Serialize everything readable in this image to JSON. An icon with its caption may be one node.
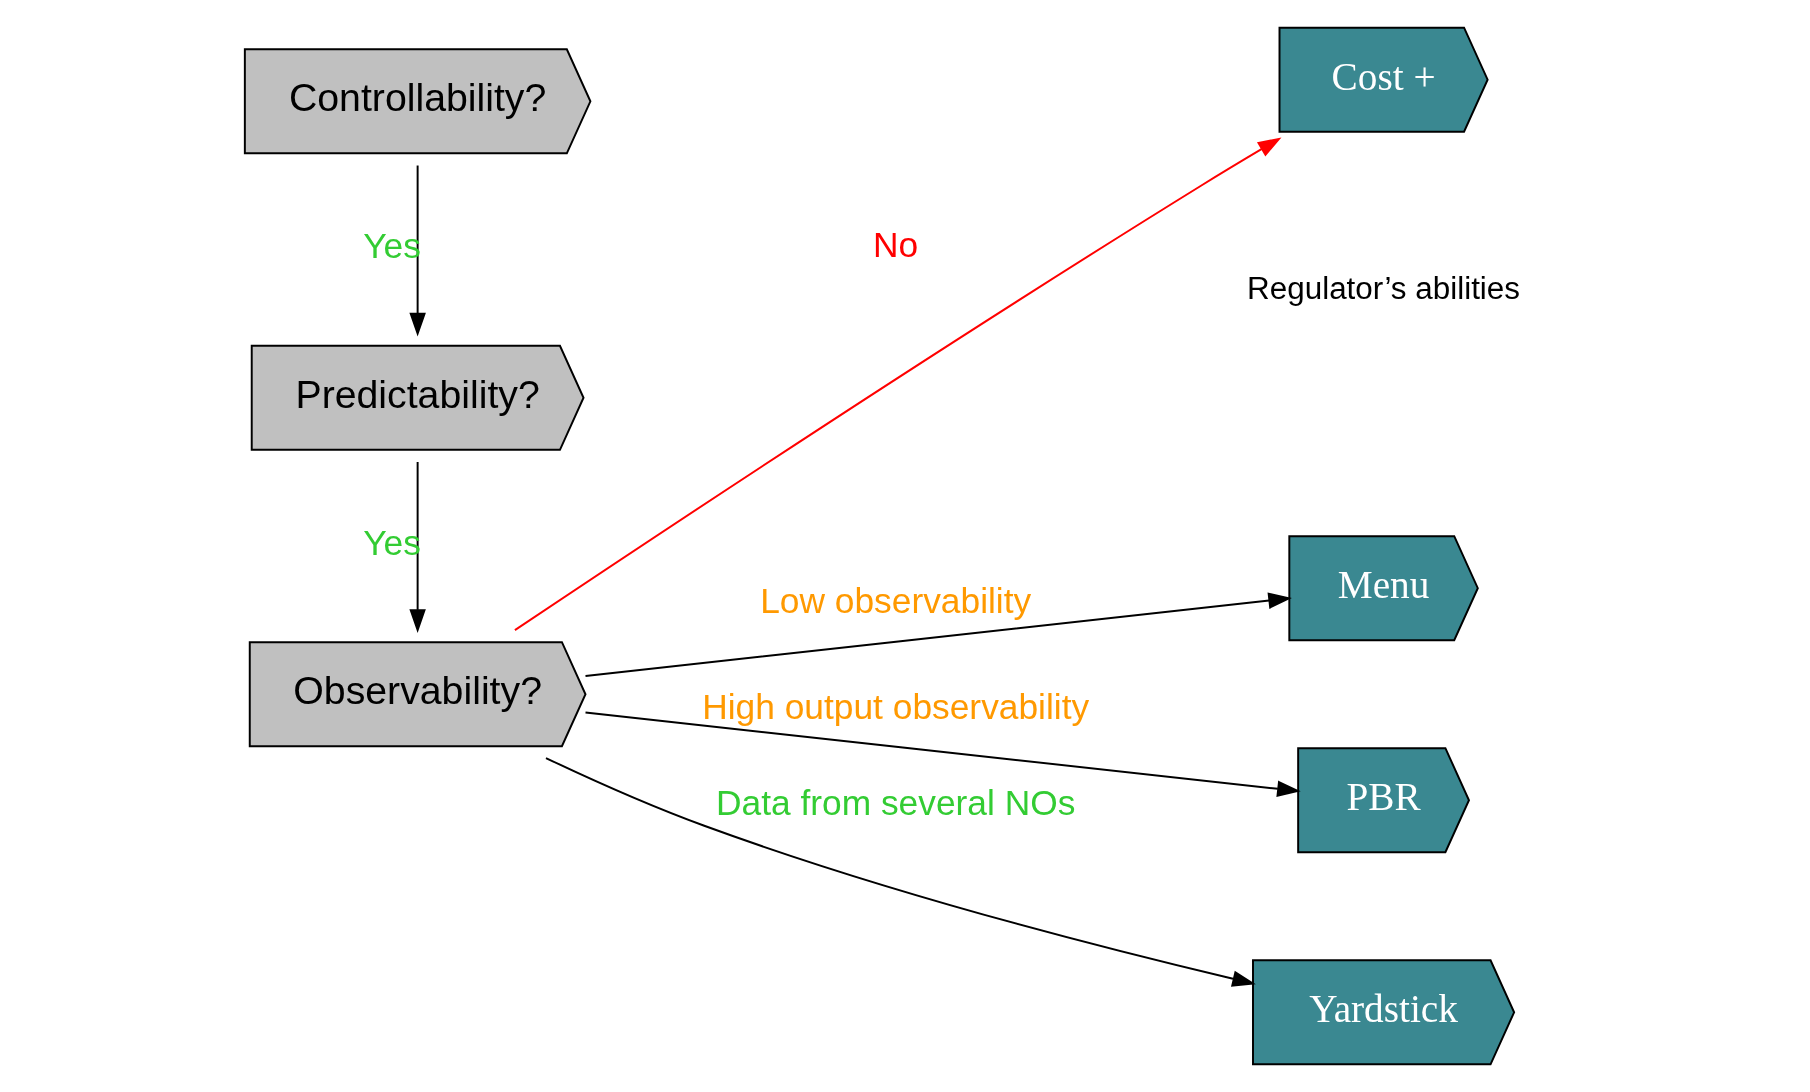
{
  "diagram": {
    "nodes": [
      {
        "text": [
          "Controllability?"
        ]
      },
      {
        "text": [
          "Predictability?"
        ]
      },
      {
        "text": [
          "Observability?"
        ]
      },
      {
        "text": [
          "Cost +"
        ]
      },
      {
        "text": [
          "Menu"
        ]
      },
      {
        "text": [
          "PBR"
        ]
      },
      {
        "text": [
          "Yardstick"
        ]
      }
    ],
    "edges": [
      {
        "from": 0,
        "to": 1,
        "arrow": "to",
        "label": "Yes"
      },
      {
        "from": 1,
        "to": 2,
        "arrow": "to",
        "label": "Yes"
      },
      {
        "from": 2,
        "to": 3,
        "arrow": "to",
        "label": "No",
        "color": "#ff0000"
      },
      {
        "from": 2,
        "to": 4,
        "arrow": "to",
        "label": "Low observability"
      },
      {
        "from": 2,
        "to": 5,
        "arrow": "to",
        "label": "High output observability"
      },
      {
        "from": 2,
        "to": 6,
        "arrow": "to",
        "label": "Data from several NOs"
      }
    ],
    "labels": [
      "Regulator’s abilities"
    ]
  }
}
